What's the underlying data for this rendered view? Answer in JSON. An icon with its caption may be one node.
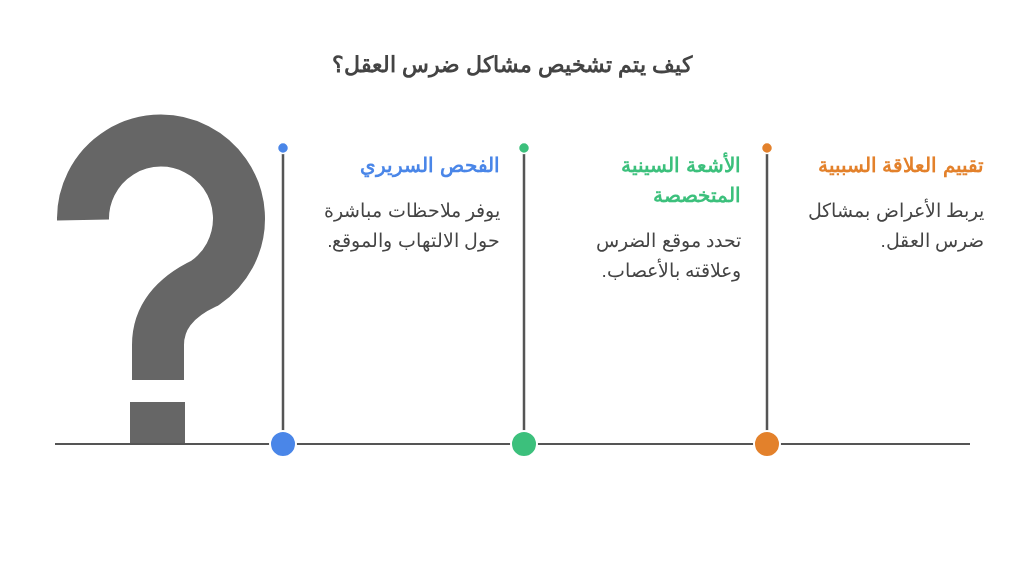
{
  "diagram": {
    "title": "كيف يتم تشخيص مشاكل ضرس العقل؟",
    "nodes": [
      {
        "text": [
          "الفحص السريري",
          "يوفر ملاحظات مباشرة حول الالتهاب والموقع."
        ]
      },
      {
        "text": [
          "الأشعة السينية المتخصصة",
          "تحدد موقع الضرس وعلاقته بالأعصاب."
        ]
      },
      {
        "text": [
          "تقييم العلاقة السببية",
          "يربط الأعراض بمشاكل ضرس العقل."
        ]
      }
    ]
  }
}
